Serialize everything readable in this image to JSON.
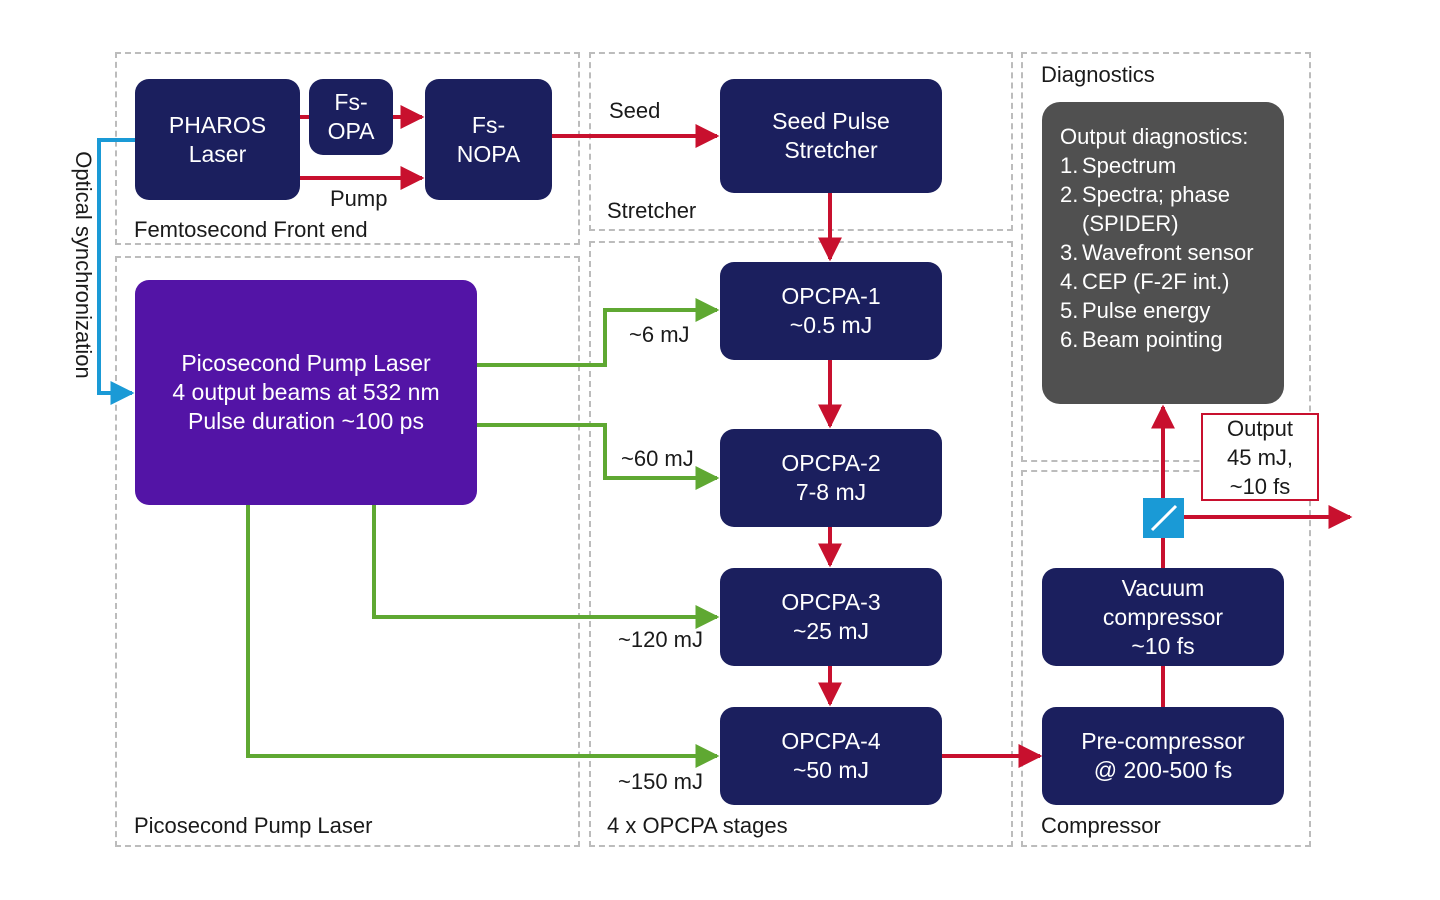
{
  "regions": {
    "front_end": "Femtosecond Front end",
    "stretcher": "Stretcher",
    "diagnostics": "Diagnostics",
    "pump_laser": "Picosecond Pump Laser",
    "opcpa_stages": "4 x OPCPA stages",
    "compressor": "Compressor"
  },
  "blocks": {
    "pharos": [
      "PHAROS",
      "Laser"
    ],
    "fs_opa": [
      "Fs-",
      "OPA"
    ],
    "fs_nopa": [
      "Fs-",
      "NOPA"
    ],
    "seed_stretcher": [
      "Seed Pulse",
      "Stretcher"
    ],
    "ps_pump": [
      "Picosecond Pump Laser",
      "4 output beams at 532 nm",
      "Pulse duration ~100 ps"
    ],
    "opcpa1": [
      "OPCPA-1",
      "~0.5 mJ"
    ],
    "opcpa2": [
      "OPCPA-2",
      "7-8 mJ"
    ],
    "opcpa3": [
      "OPCPA-3",
      "~25 mJ"
    ],
    "opcpa4": [
      "OPCPA-4",
      "~50 mJ"
    ],
    "vacuum_compressor": [
      "Vacuum",
      "compressor",
      "~10 fs"
    ],
    "pre_compressor": [
      "Pre-compressor",
      "@ 200-500 fs"
    ]
  },
  "flow_labels": {
    "seed": "Seed",
    "pump": "Pump",
    "energy1": "~6 mJ",
    "energy2": "~60 mJ",
    "energy3": "~120 mJ",
    "energy4": "~150 mJ",
    "optical_sync": "Optical synchronization"
  },
  "diagnostics": {
    "title": "Output diagnostics:",
    "items": [
      {
        "num": "1.",
        "text": "Spectrum"
      },
      {
        "num": "2.",
        "text": "Spectra; phase (SPIDER)"
      },
      {
        "num": "3.",
        "text": "Wavefront sensor"
      },
      {
        "num": "4.",
        "text": "CEP (F-2F int.)"
      },
      {
        "num": "5.",
        "text": "Pulse energy"
      },
      {
        "num": "6.",
        "text": "Beam pointing"
      }
    ]
  },
  "output": [
    "Output",
    "45 mJ,",
    "~10 fs"
  ],
  "colors": {
    "navy": "#1b1f5e",
    "purple": "#5314a6",
    "diag_gray": "#505050",
    "seed_arrow": "#c8102e",
    "pump_arrow": "#5fa832",
    "sync_arrow": "#1a9ad6",
    "region_border": "#bcbcbc"
  }
}
